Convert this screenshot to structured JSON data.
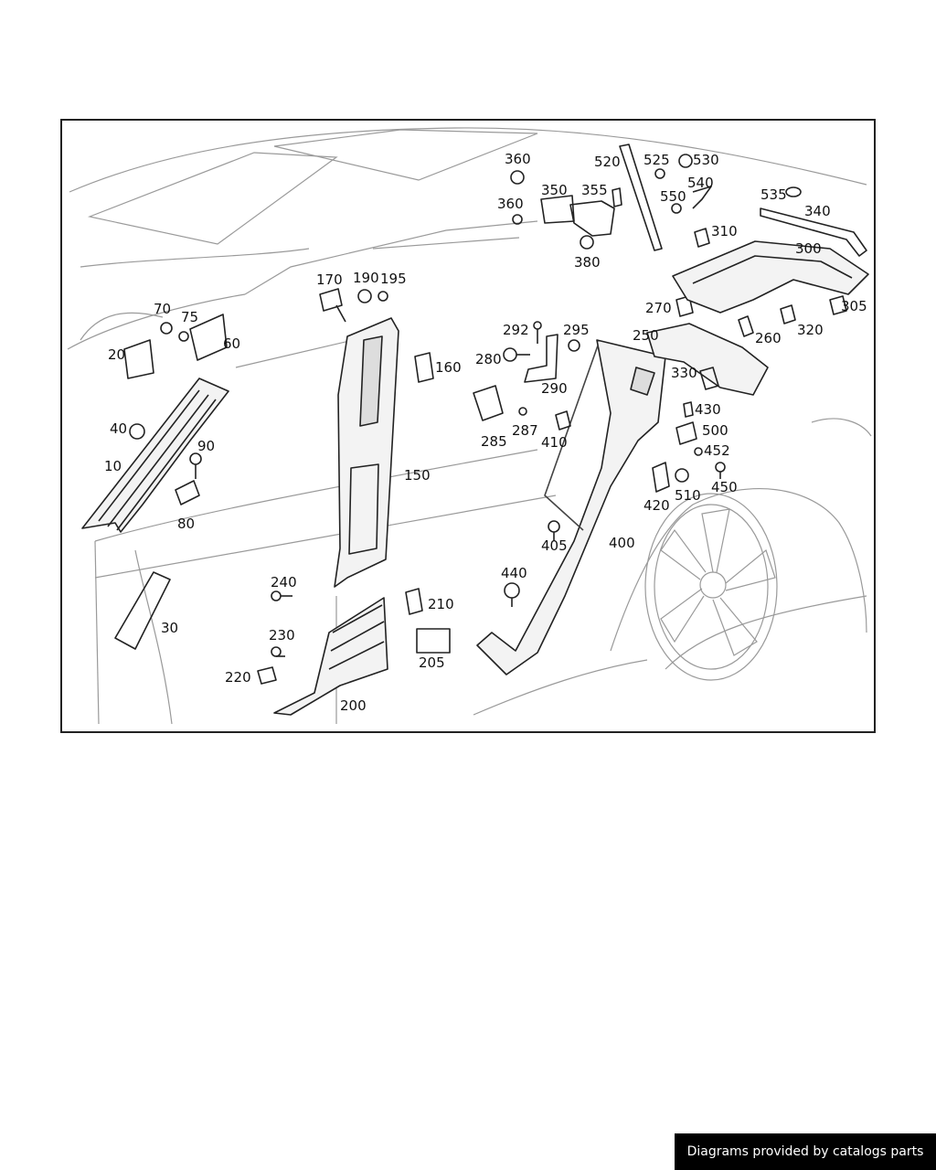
{
  "diagram": {
    "callouts": [
      "10",
      "20",
      "30",
      "40",
      "60",
      "70",
      "75",
      "80",
      "90",
      "150",
      "160",
      "170",
      "190",
      "195",
      "200",
      "205",
      "210",
      "220",
      "230",
      "240",
      "250",
      "260",
      "270",
      "280",
      "285",
      "287",
      "290",
      "292",
      "295",
      "300",
      "305",
      "310",
      "320",
      "330",
      "340",
      "350",
      "355",
      "360",
      "360",
      "380",
      "400",
      "405",
      "410",
      "420",
      "430",
      "440",
      "450",
      "452",
      "500",
      "510",
      "520",
      "525",
      "530",
      "535",
      "540",
      "550"
    ]
  },
  "footer": {
    "credit": "Diagrams provided by catalogs parts"
  },
  "colors": {
    "line": "#222222",
    "sketch": "#9a9a9a",
    "badge_bg": "#000000",
    "badge_text": "#ffffff"
  }
}
